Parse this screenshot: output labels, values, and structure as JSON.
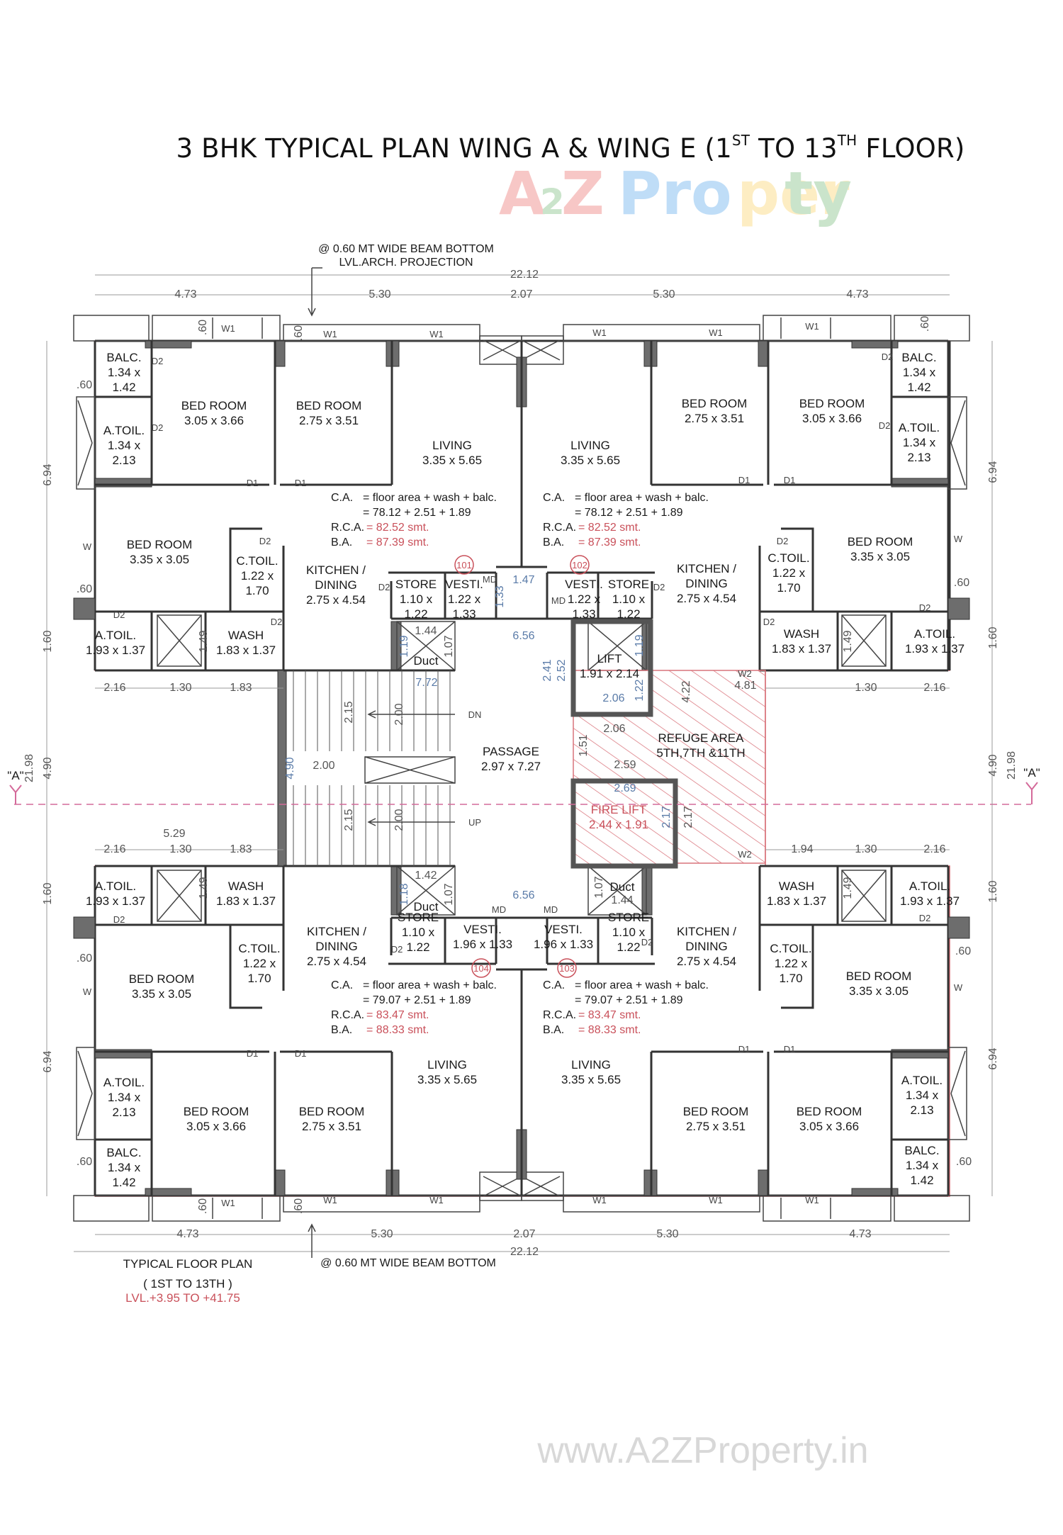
{
  "title": {
    "pre": "3 BHK TYPICAL PLAN WING A & WING E (1",
    "sup1": "ST",
    "mid": " TO 13",
    "sup2": "TH",
    "post": " FLOOR)"
  },
  "watermark": {
    "logo": "A2Z Property",
    "url": "www.A2ZProperty.in"
  },
  "notes": {
    "beam_top": "@ 0.60 MT WIDE BEAM BOTTOM",
    "arch_projection": "LVL.ARCH. PROJECTION",
    "beam_bottom": "@ 0.60 MT WIDE BEAM BOTTOM"
  },
  "plan_label": {
    "line1": "TYPICAL FLOOR PLAN",
    "line2": "( 1ST TO 13TH )",
    "level": "LVL.+3.95 TO +41.75"
  },
  "section_marker": "\"A\"",
  "rooms": [
    {
      "lines": [
        "BALC.",
        "1.34 x",
        "1.42"
      ]
    },
    {
      "lines": [
        "A.TOIL.",
        "1.34 x",
        "2.13"
      ]
    },
    {
      "lines": [
        "BED ROOM",
        "3.05 x 3.66"
      ]
    },
    {
      "lines": [
        "BED ROOM",
        "2.75 x 3.51"
      ]
    },
    {
      "lines": [
        "LIVING",
        "3.35 x 5.65"
      ]
    },
    {
      "lines": [
        "BED ROOM",
        "3.35 x 3.05"
      ]
    },
    {
      "lines": [
        "C.TOIL.",
        "1.22 x",
        "1.70"
      ]
    },
    {
      "lines": [
        "KITCHEN /",
        "DINING",
        "2.75 x 4.54"
      ]
    },
    {
      "lines": [
        "A.TOIL.",
        "1.93 x 1.37"
      ]
    },
    {
      "lines": [
        "WASH",
        "1.83 x 1.37"
      ]
    },
    {
      "lines": [
        "STORE",
        "1.10 x",
        "1.22"
      ]
    },
    {
      "lines": [
        "VESTI.",
        "1.22 x",
        "1.33"
      ]
    },
    {
      "lines": [
        "BALC.",
        "1.34 x",
        "1.42"
      ]
    },
    {
      "lines": [
        "A.TOIL.",
        "1.34 x",
        "2.13"
      ]
    },
    {
      "lines": [
        "BED ROOM",
        "3.05 x 3.66"
      ]
    },
    {
      "lines": [
        "BED ROOM",
        "2.75 x 3.51"
      ]
    },
    {
      "lines": [
        "LIVING",
        "3.35 x 5.65"
      ]
    },
    {
      "lines": [
        "BED ROOM",
        "3.35 x 3.05"
      ]
    },
    {
      "lines": [
        "C.TOIL.",
        "1.22 x",
        "1.70"
      ]
    },
    {
      "lines": [
        "KITCHEN /",
        "DINING",
        "2.75 x 4.54"
      ]
    },
    {
      "lines": [
        "A.TOIL.",
        "1.93 x 1.37"
      ]
    },
    {
      "lines": [
        "WASH",
        "1.83 x 1.37"
      ]
    },
    {
      "lines": [
        "STORE",
        "1.10 x",
        "1.22"
      ]
    },
    {
      "lines": [
        "VESTI.",
        "1.22 x",
        "1.33"
      ]
    },
    {
      "lines": [
        "LIFT",
        "1.91 x 2.14"
      ]
    },
    {
      "lines": [
        "PASSAGE",
        "2.97 x 7.27"
      ]
    },
    {
      "lines": [
        "REFUGE AREA",
        "5TH,7TH &11TH"
      ]
    },
    {
      "lines": [
        "FIRE LIFT",
        "2.44 x 1.91"
      ],
      "color": "red"
    },
    {
      "lines": [
        "Duct"
      ]
    },
    {
      "lines": [
        "Duct"
      ]
    },
    {
      "lines": [
        "Duct"
      ]
    },
    {
      "lines": [
        "A.TOIL.",
        "1.93 x 1.37"
      ]
    },
    {
      "lines": [
        "WASH",
        "1.83 x 1.37"
      ]
    },
    {
      "lines": [
        "KITCHEN /",
        "DINING",
        "2.75 x 4.54"
      ]
    },
    {
      "lines": [
        "C.TOIL.",
        "1.22 x",
        "1.70"
      ]
    },
    {
      "lines": [
        "STORE",
        "1.10 x",
        "1.22"
      ]
    },
    {
      "lines": [
        "VESTI.",
        "1.96 x 1.33"
      ]
    },
    {
      "lines": [
        "BED ROOM",
        "3.35 x 3.05"
      ]
    },
    {
      "lines": [
        "LIVING",
        "3.35 x 5.65"
      ]
    },
    {
      "lines": [
        "A.TOIL.",
        "1.34 x",
        "2.13"
      ]
    },
    {
      "lines": [
        "BED ROOM",
        "3.05 x 3.66"
      ]
    },
    {
      "lines": [
        "BED ROOM",
        "2.75 x 3.51"
      ]
    },
    {
      "lines": [
        "BALC.",
        "1.34 x",
        "1.42"
      ]
    },
    {
      "lines": [
        "VESTI.",
        "1.96 x 1.33"
      ]
    },
    {
      "lines": [
        "STORE",
        "1.10 x",
        "1.22"
      ]
    },
    {
      "lines": [
        "KITCHEN /",
        "DINING",
        "2.75 x 4.54"
      ]
    },
    {
      "lines": [
        "WASH",
        "1.83 x 1.37"
      ]
    },
    {
      "lines": [
        "A.TOIL.",
        "1.93 x 1.37"
      ]
    },
    {
      "lines": [
        "C.TOIL.",
        "1.22 x",
        "1.70"
      ]
    },
    {
      "lines": [
        "BED ROOM",
        "3.35 x 3.05"
      ]
    },
    {
      "lines": [
        "LIVING",
        "3.35 x 5.65"
      ]
    },
    {
      "lines": [
        "BED ROOM",
        "2.75 x 3.51"
      ]
    },
    {
      "lines": [
        "BED ROOM",
        "3.05 x 3.66"
      ]
    },
    {
      "lines": [
        "A.TOIL.",
        "1.34 x",
        "2.13"
      ]
    },
    {
      "lines": [
        "BALC.",
        "1.34 x",
        "1.42"
      ]
    }
  ],
  "units": [
    {
      "number": "101",
      "ca_label": "C.A.",
      "ca_formula": "= floor area + wash + balc.",
      "ca_values": "=  78.12  +  2.51  + 1.89",
      "rca_label": "R.C.A.",
      "rca": "= 82.52 smt.",
      "ba_label": "B.A.",
      "ba": "= 87.39 smt."
    },
    {
      "number": "102",
      "ca_label": "C.A.",
      "ca_formula": "= floor area + wash + balc.",
      "ca_values": "=  78.12  +  2.51  + 1.89",
      "rca_label": "R.C.A.",
      "rca": "= 82.52 smt.",
      "ba_label": "B.A.",
      "ba": "= 87.39 smt."
    },
    {
      "number": "104",
      "ca_label": "C.A.",
      "ca_formula": "= floor area + wash + balc.",
      "ca_values": "=  79.07  +  2.51  + 1.89",
      "rca_label": "R.C.A.",
      "rca": "= 83.47 smt.",
      "ba_label": "B.A.",
      "ba": "= 88.33 smt."
    },
    {
      "number": "103",
      "ca_label": "C.A.",
      "ca_formula": "= floor area + wash + balc.",
      "ca_values": "=  79.07  +  2.51  + 1.89",
      "rca_label": "R.C.A.",
      "rca": "= 83.47 smt.",
      "ba_label": "B.A.",
      "ba": "= 88.33 smt."
    }
  ],
  "dimensions": [
    "22.12",
    "4.73",
    "5.30",
    "2.07",
    "5.30",
    "4.73",
    "4.73",
    "5.30",
    "2.07",
    "5.30",
    "4.73",
    "22.12",
    "6.94",
    "1.60",
    "4.90",
    "21.98",
    "1.60",
    "6.94",
    "6.94",
    "1.60",
    "4.90",
    "21.98",
    "1.60",
    "6.94",
    "2.16",
    "1.30",
    "1.83",
    "1.30",
    "2.16",
    "5.29",
    "2.16",
    "1.30",
    "1.83",
    "1.94",
    "1.30",
    "2.16",
    "2.00",
    "4.90",
    "2.15",
    "2.15",
    "2.00",
    "2.00",
    "1.47",
    "1.33",
    "6.56",
    "7.72",
    "6.56",
    "2.41",
    "2.52",
    "1.19",
    "1.22",
    "2.06",
    "4.81",
    "4.22",
    "2.06",
    "1.51",
    "2.59",
    "2.69",
    "2.17",
    "2.17",
    "1.44",
    "1.07",
    "1.19",
    "1.42",
    "1.07",
    "1.18",
    "1.44",
    "1.07",
    "1.49",
    "1.49",
    "1.49",
    "1.49",
    ".60",
    ".60",
    ".60",
    ".60",
    ".60",
    ".60",
    ".60",
    ".60",
    ".60",
    ".60",
    ".60",
    ".60"
  ],
  "tags": [
    "W1",
    "W1",
    "W1",
    "W1",
    "W1",
    "W1",
    "W1",
    "W1",
    "W1",
    "W1",
    "W1",
    "W1",
    "D1",
    "D1",
    "D1",
    "D1",
    "D1",
    "D1",
    "D1",
    "D1",
    "D2",
    "D2",
    "D2",
    "D2",
    "D2",
    "D2",
    "D2",
    "D2",
    "D2",
    "D2",
    "D2",
    "D2",
    "D2",
    "D2",
    "D2",
    "D2",
    "W",
    "W",
    "W",
    "W",
    "W2",
    "W2",
    "MD",
    "MD",
    "MD",
    "MD",
    "DN",
    "UP"
  ],
  "colors": {
    "wall": "#333333",
    "outline_red": "#d46a72",
    "annotation_red": "#c9505a",
    "dimension_blue": "#5a7ba8",
    "hatch": "#d9737b"
  }
}
